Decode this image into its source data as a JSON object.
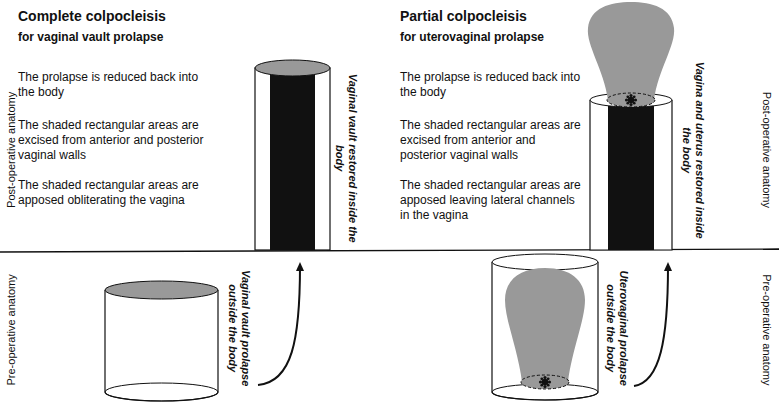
{
  "diagram": {
    "labels": [
      "Complete colpocleisis",
      "for vaginal vault prolapse",
      "The prolapse is reduced back into the body",
      "The shaded rectangular areas are excised from anterior and posterior vaginal walls",
      "The shaded rectangular areas are apposed obliterating the vagina",
      "Post-operative anatomy",
      "Pre-operative anatomy",
      "Vaginal vault prolapse outside the body",
      "Vaginal vault restored inside the body",
      "Partial colpocleisis",
      "for uterovaginal prolapse",
      "The prolapse is reduced back into the body",
      "The shaded rectangular areas are excised from anterior and posterior vaginal walls",
      "The shaded rectangular areas are apposed leaving lateral channels in the vagina",
      "Uterovaginal prolapse outside the body",
      "Vagina and uterus restored inside the body",
      "Post-operative anatomy",
      "Pre-operative anatomy"
    ]
  }
}
